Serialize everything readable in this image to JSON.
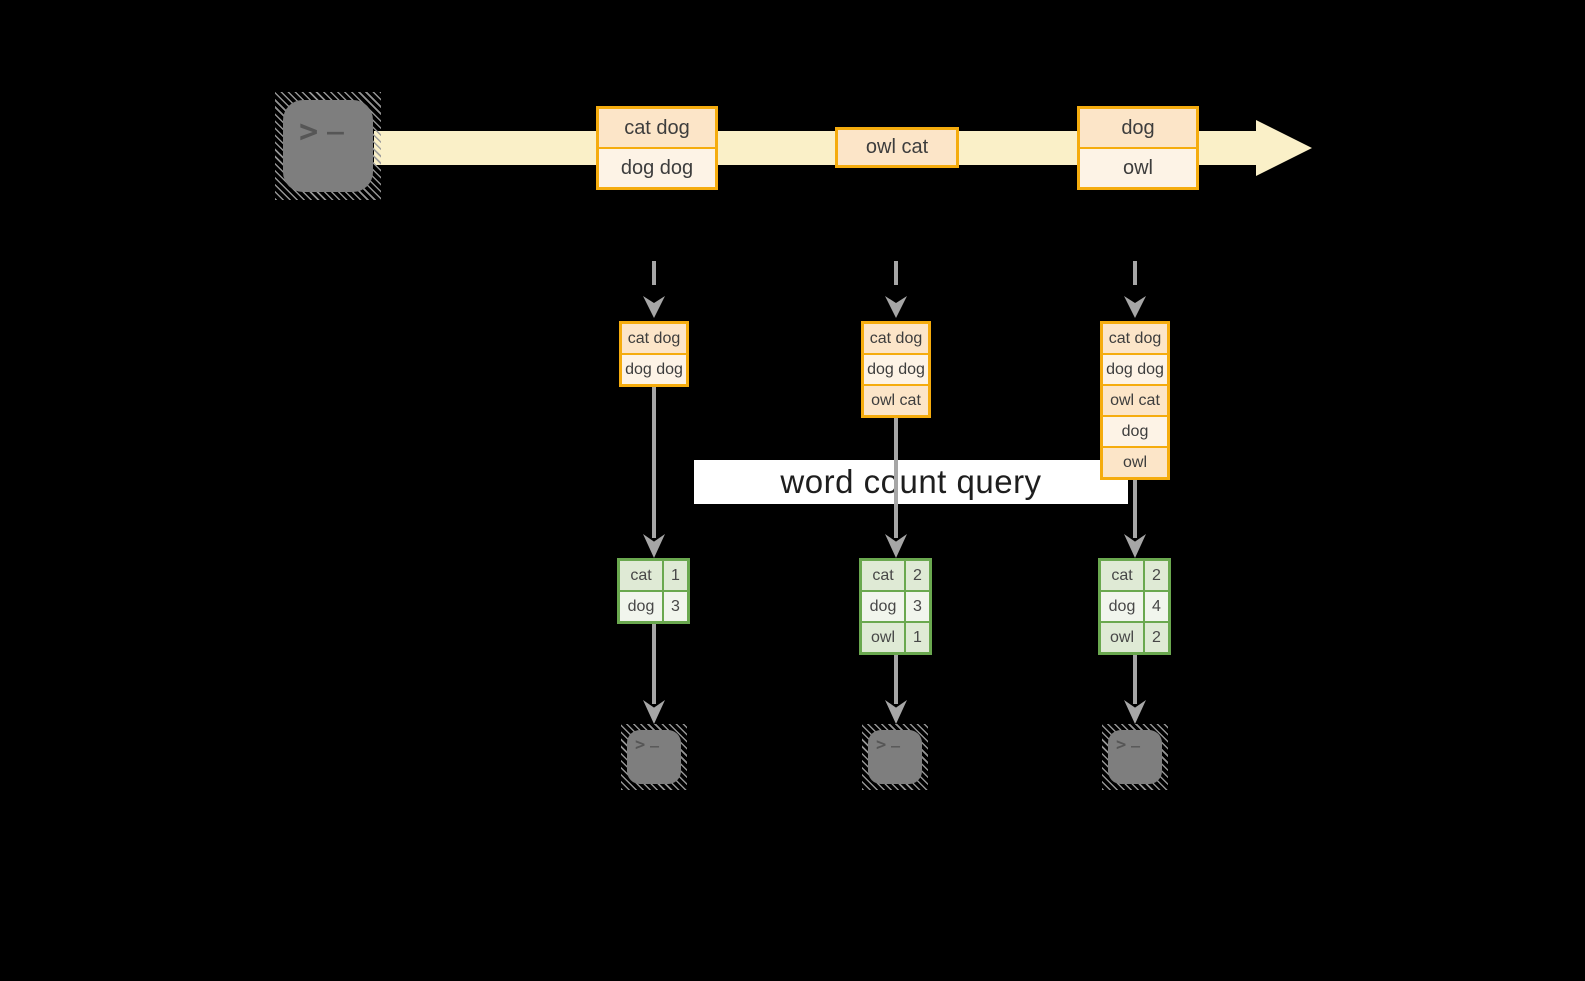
{
  "banner": {
    "label": "word count query"
  },
  "icons": {
    "prompt_chevron": ">",
    "prompt_cursor": "_",
    "source": "terminal-icon",
    "sinks": "terminal-icon",
    "stream_arrow": "right-arrow-band"
  },
  "palette": {
    "background": "#000000",
    "stream_band": "#FAF0C8",
    "record_box_border": "#F5AC0E",
    "record_fill_dark": "#FCE5C8",
    "record_fill_light": "#FDF3E6",
    "result_table_border": "#6AA84F",
    "result_fill_tint": "#DFEAD5",
    "result_fill_light": "#F1F5ED",
    "arrow_gray": "#A6A6A6",
    "terminal_gray": "#7E7E7E"
  },
  "stream": {
    "batches": [
      {
        "records": [
          "cat dog",
          "dog dog"
        ]
      },
      {
        "records": [
          "owl cat"
        ]
      },
      {
        "records": [
          "dog",
          "owl"
        ]
      }
    ]
  },
  "pipelines": [
    {
      "input_records": [
        "cat dog",
        "dog dog"
      ],
      "counts": [
        {
          "word": "cat",
          "count": "1"
        },
        {
          "word": "dog",
          "count": "3"
        }
      ]
    },
    {
      "input_records": [
        "cat dog",
        "dog dog",
        "owl cat"
      ],
      "counts": [
        {
          "word": "cat",
          "count": "2"
        },
        {
          "word": "dog",
          "count": "3"
        },
        {
          "word": "owl",
          "count": "1"
        }
      ]
    },
    {
      "input_records": [
        "cat dog",
        "dog dog",
        "owl cat",
        "dog",
        "owl"
      ],
      "counts": [
        {
          "word": "cat",
          "count": "2"
        },
        {
          "word": "dog",
          "count": "4"
        },
        {
          "word": "owl",
          "count": "2"
        }
      ]
    }
  ]
}
